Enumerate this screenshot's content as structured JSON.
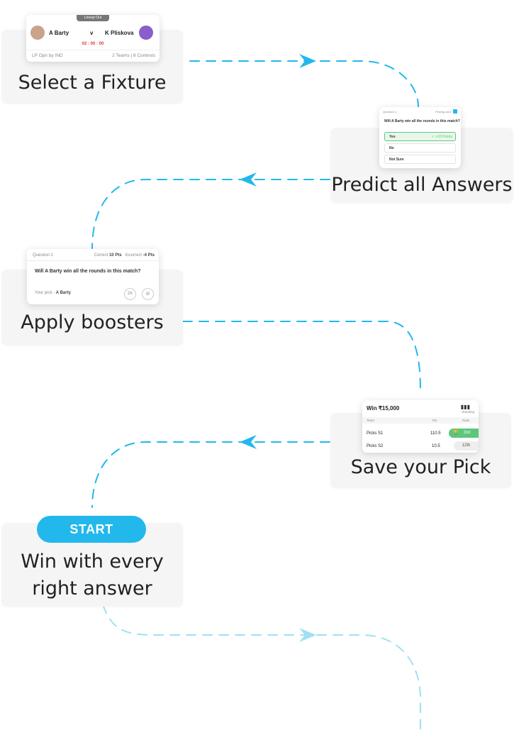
{
  "steps": [
    {
      "label": "Select a Fixture"
    },
    {
      "label": "Predict all Answers"
    },
    {
      "label": "Apply boosters"
    },
    {
      "label": "Save your Pick"
    },
    {
      "label_line1": "Win with every",
      "label_line2": "right answer"
    }
  ],
  "fixture_card": {
    "badge": "Lineup Out",
    "team_a": "A Barty",
    "versus": "v",
    "team_b": "K Pliskova",
    "timer": "02 : 00 : 00",
    "league": "LP Opn by IND",
    "teams_count": "2 Teams",
    "contests_count": "8 Contests"
  },
  "predict_card": {
    "question_no": "Question 1",
    "picking_label": "Picking card",
    "question": "Will A Barty win all the rounds in this match?",
    "options": [
      {
        "label": "Yes",
        "points": "+10 Points",
        "selected": true
      },
      {
        "label": "No",
        "selected": false
      },
      {
        "label": "Not Sure",
        "selected": false
      }
    ]
  },
  "booster_card": {
    "question_no": "Question 1",
    "correct_label": "Correct",
    "correct_pts": "10 Pts",
    "incorrect_label": "Incorrect",
    "incorrect_pts": "-4 Pts",
    "question": "Will  A Barty win all the rounds in this match?",
    "pick_label": "Your pick - ",
    "pick_value": "A Barty",
    "booster_2x": "2X"
  },
  "pick_card": {
    "title": "Win ₹15,000",
    "standing_label": "Standing",
    "col_team": "Team",
    "col_pts": "Pts",
    "col_rank": "Rank",
    "rows": [
      {
        "team": "Picks S1",
        "pts": "110.5",
        "rank": "3rd",
        "winning": true
      },
      {
        "team": "Picks S2",
        "pts": "10.5",
        "rank": "12th",
        "winning": false
      }
    ]
  },
  "start_button": {
    "label": "START"
  },
  "colors": {
    "accent": "#22b8ec",
    "success": "#5cc77a",
    "timer": "#e03a3a"
  }
}
